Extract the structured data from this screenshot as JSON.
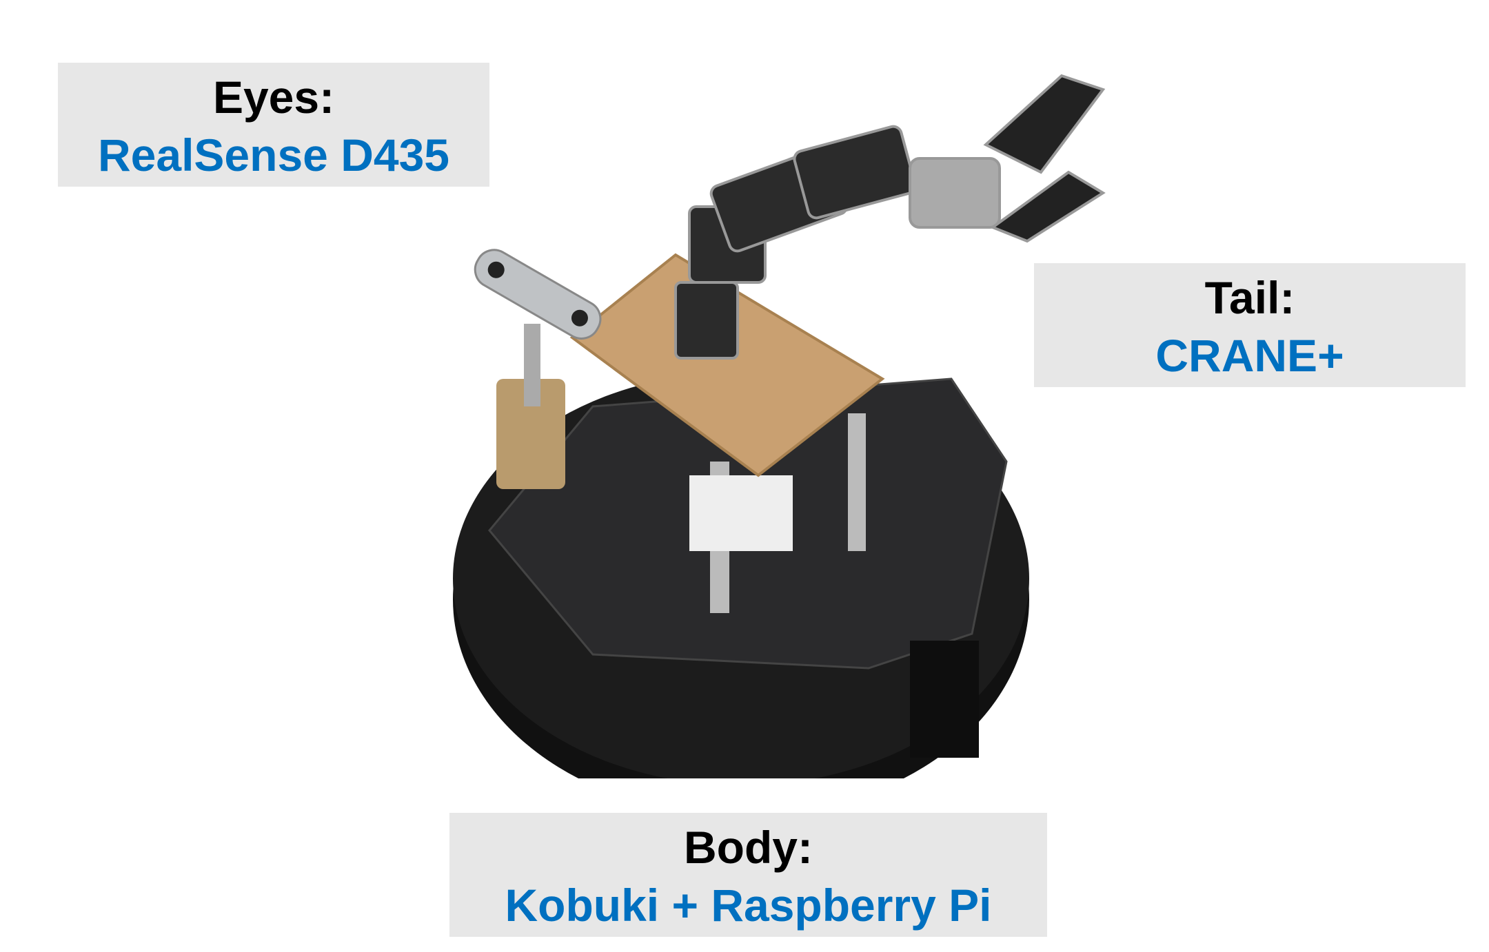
{
  "labels": {
    "eyes": {
      "title": "Eyes:",
      "value": "RealSense D435"
    },
    "tail": {
      "title": "Tail:",
      "value": "CRANE+"
    },
    "body": {
      "title": "Body:",
      "value": "Kobuki + Raspberry Pi"
    }
  },
  "colors": {
    "accent": "#0070C0",
    "box_bg": "#e7e7e7"
  }
}
